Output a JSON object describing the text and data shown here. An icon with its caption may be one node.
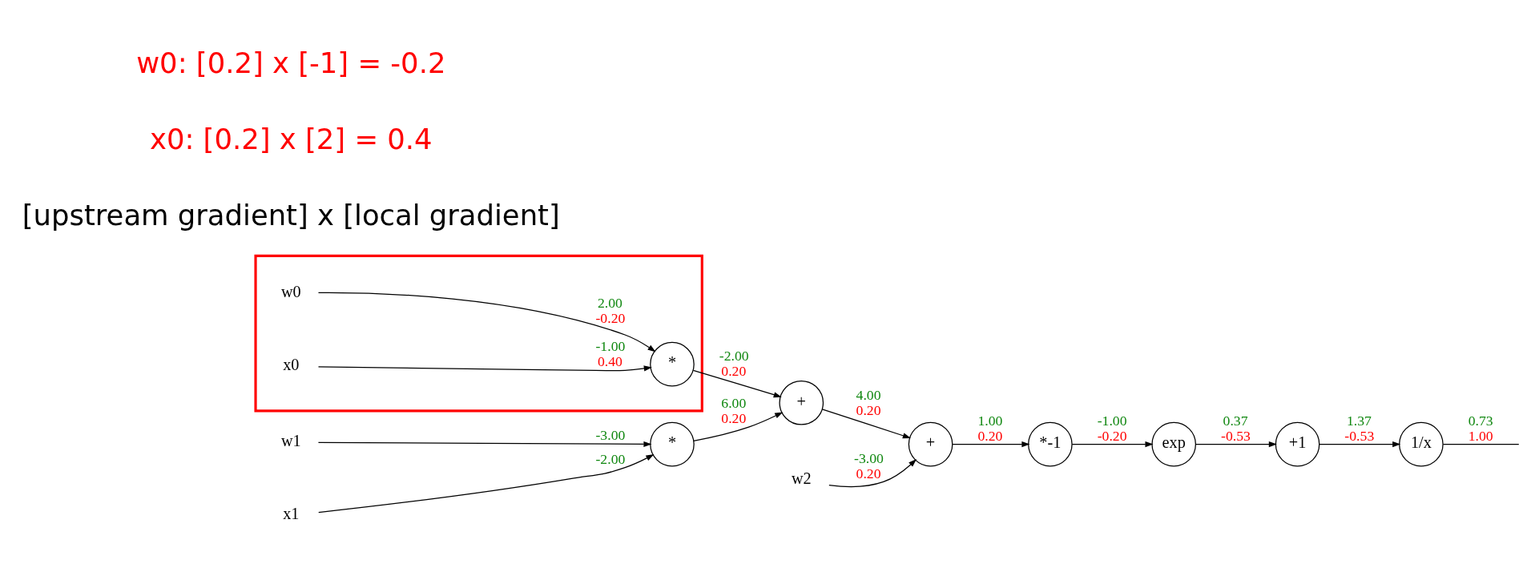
{
  "diagram": {
    "nodes": [
      {
        "text": [],
        "shape": "box"
      },
      {
        "text": [
          "w0"
        ],
        "in": 0
      },
      {
        "text": [
          "x0"
        ],
        "in": 0
      },
      {
        "text": [
          "*"
        ],
        "in": 0
      },
      {
        "text": [
          "w1"
        ]
      },
      {
        "text": [
          "x1"
        ]
      },
      {
        "text": [
          "*"
        ]
      },
      {
        "text": [
          "+"
        ]
      },
      {
        "text": [
          "w2"
        ]
      },
      {
        "text": [
          "+"
        ]
      },
      {
        "text": [
          "*-1"
        ]
      },
      {
        "text": [
          "exp"
        ]
      },
      {
        "text": [
          "+1"
        ]
      },
      {
        "text": [
          "1/x"
        ]
      }
    ],
    "edges": [
      {
        "from": 1,
        "to": 3,
        "arrow": "to",
        "label": "2.00 -0.20"
      },
      {
        "from": 2,
        "to": 3,
        "arrow": "to",
        "label": "-1.00 0.40"
      },
      {
        "from": 3,
        "to": 7,
        "arrow": "to",
        "label": "-2.00 0.20"
      },
      {
        "from": 4,
        "to": 6,
        "arrow": "to",
        "label": "-3.00"
      },
      {
        "from": 5,
        "to": 6,
        "arrow": "to",
        "label": "-2.00"
      },
      {
        "from": 6,
        "to": 7,
        "arrow": "to",
        "label": "6.00 0.20"
      },
      {
        "from": 7,
        "to": 9,
        "arrow": "to",
        "label": "4.00 0.20"
      },
      {
        "from": 8,
        "to": 9,
        "arrow": "to",
        "label": "-3.00 0.20"
      },
      {
        "from": 9,
        "to": 10,
        "arrow": "to",
        "label": "1.00 0.20"
      },
      {
        "from": 10,
        "to": 11,
        "arrow": "to",
        "label": "-1.00 -0.20"
      },
      {
        "from": 11,
        "to": 12,
        "arrow": "to",
        "label": "0.37 -0.53"
      },
      {
        "from": 12,
        "to": 13,
        "arrow": "to",
        "label": "1.37 -0.53"
      },
      {
        "from": 13,
        "to": null,
        "arrow": "none",
        "label": "0.73 1.00"
      }
    ],
    "labels": [
      "[upstream gradient] x [local gradient]",
      "x0: [0.2] x [2] = 0.4",
      "w0: [0.2] x [-1] = -0.2"
    ]
  }
}
